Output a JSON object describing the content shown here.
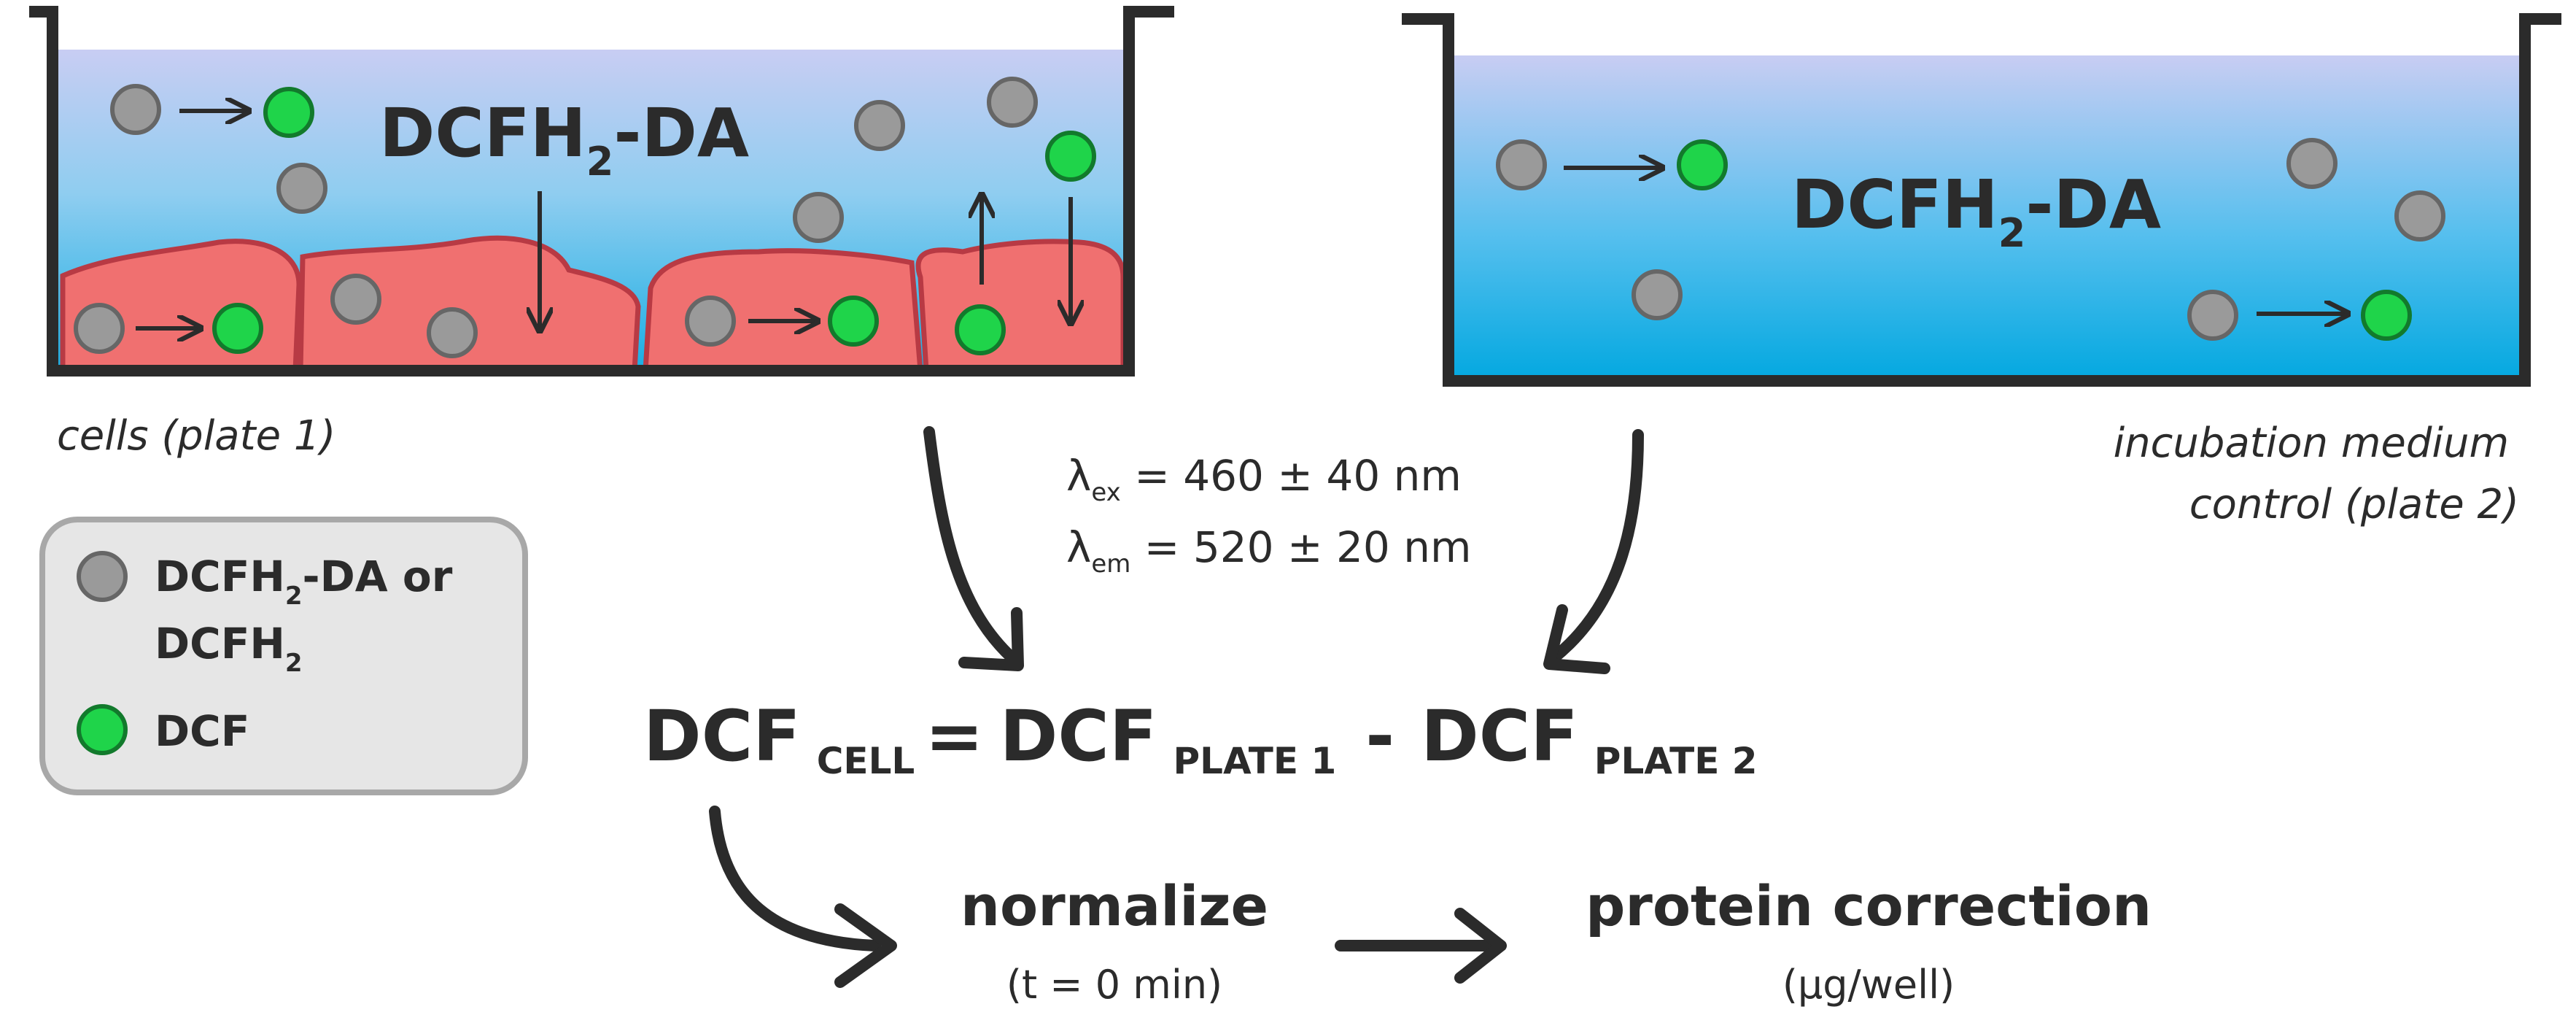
{
  "plate1": {
    "reagent": "DCFH",
    "reagent_sub": "2",
    "reagent_suffix": "-DA",
    "caption": "cells (plate 1)"
  },
  "plate2": {
    "reagent": "DCFH",
    "reagent_sub": "2",
    "reagent_suffix": "-DA",
    "caption_line1": "incubation medium",
    "caption_line2": "control (plate 2)"
  },
  "wavelengths": {
    "symbol": "λ",
    "ex_sub": "ex",
    "ex_value": " = 460 ± 40 nm",
    "em_sub": "em",
    "em_value": " = 520 ± 20 nm"
  },
  "legend": {
    "item1_part1": "DCFH",
    "item1_sub1": "2",
    "item1_part2": "-DA or",
    "item1_part3": "DCFH",
    "item1_sub2": "2",
    "item2": "DCF"
  },
  "equation": {
    "term1": "DCF",
    "term1_sub": "CELL",
    "equals": "=",
    "term2": "DCF",
    "term2_sub": "PLATE 1",
    "minus": "-",
    "term3": "DCF",
    "term3_sub": "PLATE 2"
  },
  "steps": {
    "normalize": "normalize",
    "normalize_detail": "(t = 0 min)",
    "protein": "protein correction",
    "protein_detail": "(µg/well)"
  },
  "colors": {
    "reduced_probe": "#9a9a9a",
    "oxidized_probe": "#1fd44a",
    "cells": "#f07070",
    "medium_top": "#c4c9f2",
    "medium_bottom": "#03a8e0"
  }
}
